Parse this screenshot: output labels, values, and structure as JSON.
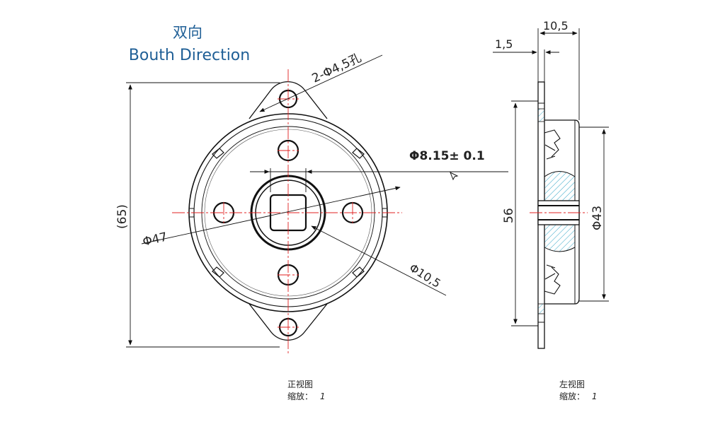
{
  "title": {
    "zh": "双向",
    "en": "Bouth Direction"
  },
  "dimensions": {
    "holes": "2-Φ4,5孔",
    "shaft": "Φ8.15± 0.1",
    "overall_height": "(65)",
    "outer_diameter": "Φ47",
    "hub_diameter": "Φ10,5",
    "total_width": "10,5",
    "flange_thickness": "1,5",
    "side_height": "56",
    "body_diameter": "Φ43"
  },
  "views": {
    "front": {
      "name": "正视图",
      "scale_label": "缩放：",
      "scale_value": "1"
    },
    "left": {
      "name": "左视图",
      "scale_label": "缩放：",
      "scale_value": "1"
    }
  },
  "colors": {
    "title": "#1f5f96",
    "line": "#111111",
    "centerline": "#e02020",
    "hatch": "#39a8c8"
  }
}
